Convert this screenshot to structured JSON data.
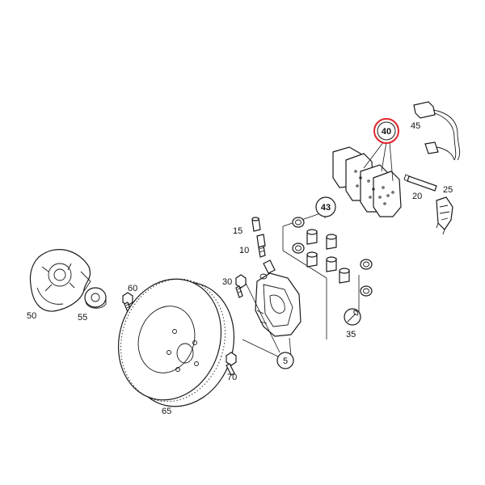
{
  "labels": {
    "p5": "5",
    "p10": "10",
    "p15": "15",
    "p20": "20",
    "p25": "25",
    "p30": "30",
    "p35": "35",
    "p40": "40",
    "p43": "43",
    "p45": "45",
    "p50": "50",
    "p55": "55",
    "p60": "60",
    "p65": "65",
    "p70": "70"
  },
  "colors": {
    "highlight": "#e0242a",
    "line": "#1a1a1a",
    "background": "#ffffff"
  }
}
